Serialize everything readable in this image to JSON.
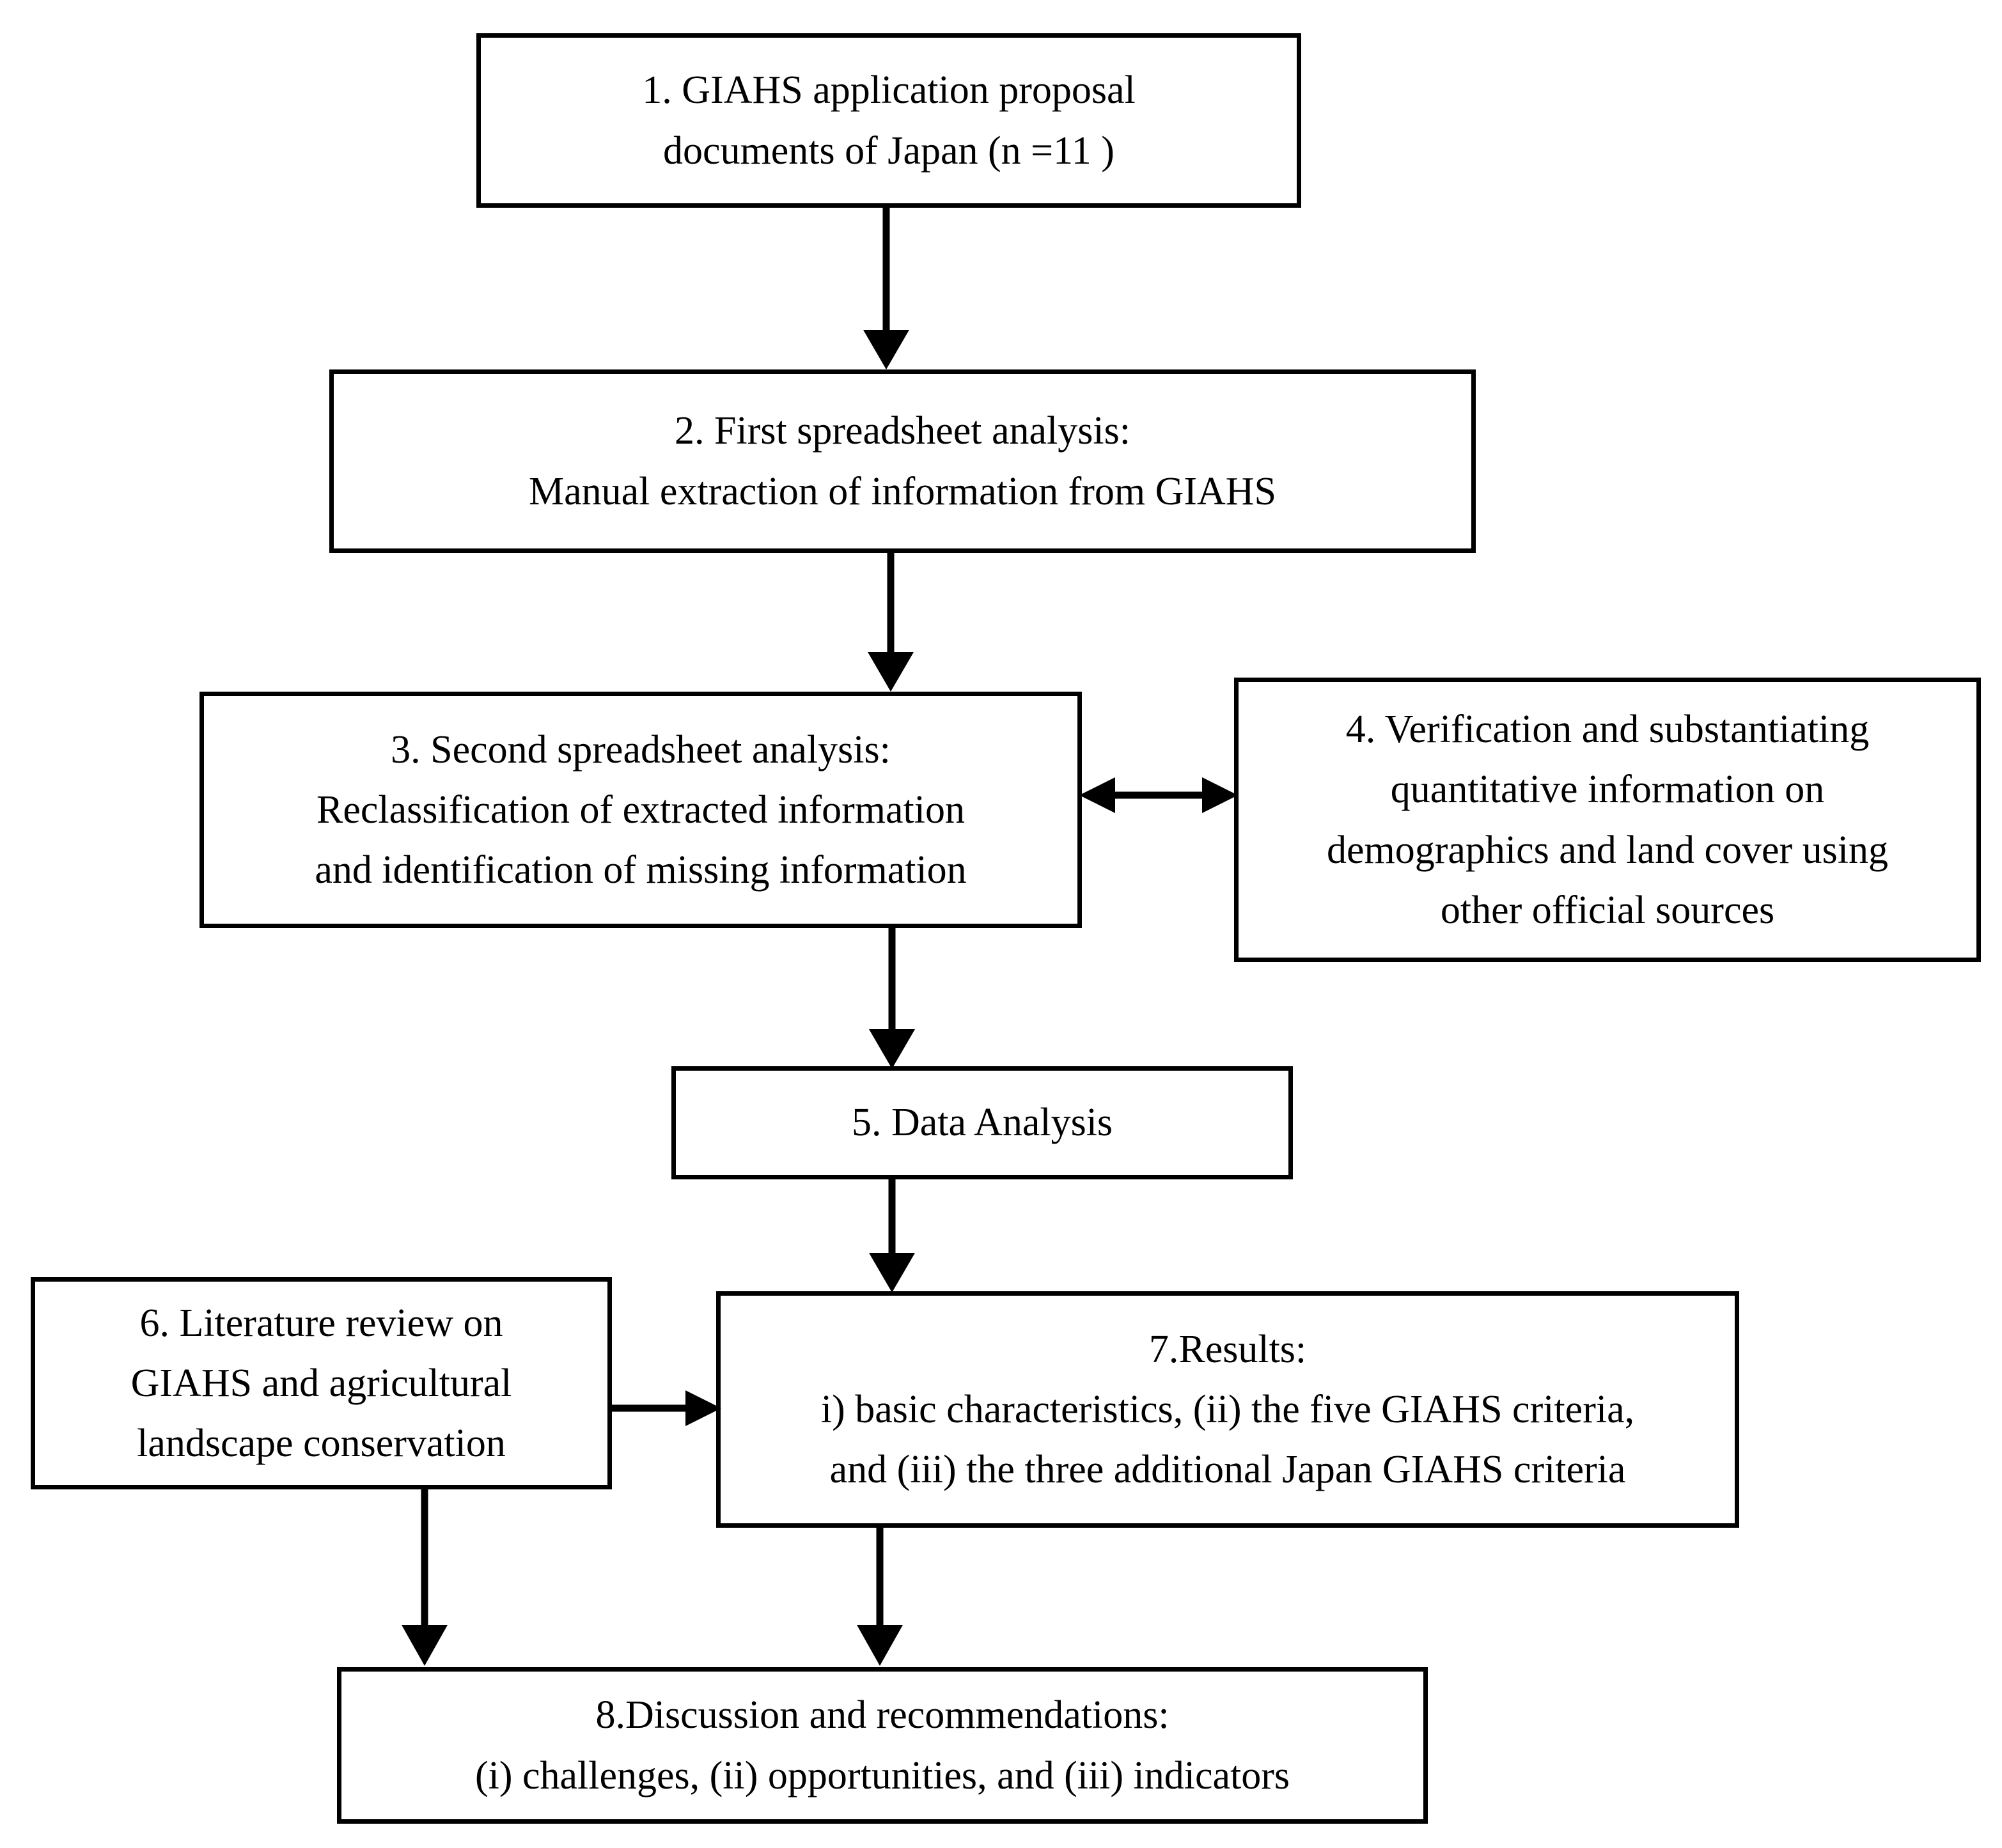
{
  "diagram": {
    "title": "Research methodology flowchart",
    "background_color": "#ffffff",
    "line_color": "#000000"
  },
  "nodes": [
    {
      "id": "node-1",
      "name": "box-1-giahs-application-proposal-documents",
      "lines": [
        "1.   GIAHS application proposal",
        "documents of Japan (n =11 )"
      ]
    },
    {
      "id": "node-2",
      "name": "box-2-first-spreadsheet-analysis",
      "lines": [
        "2. First spreadsheet analysis:",
        "Manual extraction of information from GIAHS"
      ]
    },
    {
      "id": "node-3",
      "name": "box-3-second-spreadsheet-analysis",
      "lines": [
        "3. Second spreadsheet analysis:",
        "Reclassification of extracted information",
        "and identification of missing information"
      ]
    },
    {
      "id": "node-4",
      "name": "box-4-verification-and-substantiating",
      "lines": [
        "4. Verification and substantiating",
        "quantitative information on",
        "demographics and land cover using",
        "other official sources"
      ]
    },
    {
      "id": "node-5",
      "name": "box-5-data-analysis",
      "lines": [
        "5. Data Analysis"
      ]
    },
    {
      "id": "node-6",
      "name": "box-6-literature-review",
      "lines": [
        "6. Literature review on",
        "GIAHS and agricultural",
        "landscape conservation"
      ]
    },
    {
      "id": "node-7",
      "name": "box-7-results",
      "lines": [
        "7.Results:",
        "i) basic characteristics, (ii) the five GIAHS criteria,",
        "and (iii) the three additional Japan GIAHS criteria"
      ]
    },
    {
      "id": "node-8",
      "name": "box-8-discussion-and-recommendations",
      "lines": [
        "8.Discussion and recommendations:",
        "(i) challenges, (ii) opportunities, and (iii) indicators"
      ]
    }
  ],
  "connectors": [
    {
      "id": "edge-1-2",
      "name": "arrow-box1-to-box2",
      "from": "node-1",
      "to": "node-2",
      "direction": "down"
    },
    {
      "id": "edge-2-3",
      "name": "arrow-box2-to-box3",
      "from": "node-2",
      "to": "node-3",
      "direction": "down"
    },
    {
      "id": "edge-3-4",
      "name": "arrow-box3-to-box4",
      "from": "node-3",
      "to": "node-4",
      "direction": "both-horizontal"
    },
    {
      "id": "edge-3-5",
      "name": "arrow-box3-to-box5",
      "from": "node-3",
      "to": "node-5",
      "direction": "down"
    },
    {
      "id": "edge-5-7",
      "name": "arrow-box5-to-box7",
      "from": "node-5",
      "to": "node-7",
      "direction": "down"
    },
    {
      "id": "edge-6-7",
      "name": "arrow-box6-to-box7",
      "from": "node-6",
      "to": "node-7",
      "direction": "right"
    },
    {
      "id": "edge-6-8",
      "name": "arrow-box6-to-box8",
      "from": "node-6",
      "to": "node-8",
      "direction": "down"
    },
    {
      "id": "edge-7-8",
      "name": "arrow-box7-to-box8",
      "from": "node-7",
      "to": "node-8",
      "direction": "down"
    }
  ]
}
